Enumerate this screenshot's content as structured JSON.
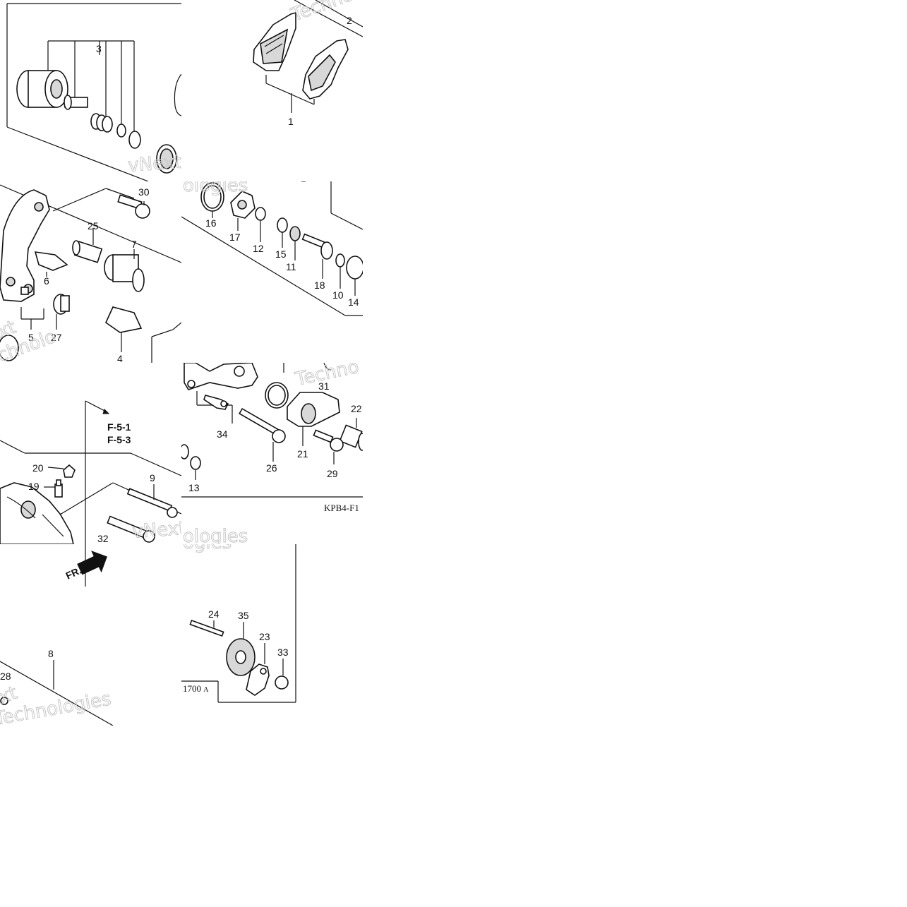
{
  "part_labels": {
    "p1": "1",
    "p2": "2",
    "p3": "3",
    "p4": "4",
    "p5": "5",
    "p6": "6",
    "p7": "7",
    "p8": "8",
    "p9": "9",
    "p10": "10",
    "p11": "11",
    "p12": "12",
    "p13": "13",
    "p14": "14",
    "p15": "15",
    "p16": "16",
    "p17": "17",
    "p18": "18",
    "p19": "19",
    "p20": "20",
    "p21": "21",
    "p22": "22",
    "p23": "23",
    "p24": "24",
    "p25": "25",
    "p26": "26",
    "p27": "27",
    "p28": "28",
    "p29": "29",
    "p30": "30",
    "p31": "31",
    "p32": "32",
    "p33": "33",
    "p34": "34",
    "p35": "35"
  },
  "references": {
    "ref1": "F-5-1",
    "ref2": "F-5-3"
  },
  "direction_label": "FR.",
  "diagram_code": "KPB4-F1",
  "diagram_code_suffix": "1700",
  "diagram_code_letter": "A",
  "watermark": {
    "t1": "Techno",
    "t2": "vNext Te",
    "t3": "ologies",
    "t4": "xt",
    "t5": "chnolo",
    "t6": "ogies",
    "t7": "Techno",
    "t8": "vNext Tec",
    "t9": "ologies",
    "t10": "xt",
    "t11": "Technologies"
  }
}
